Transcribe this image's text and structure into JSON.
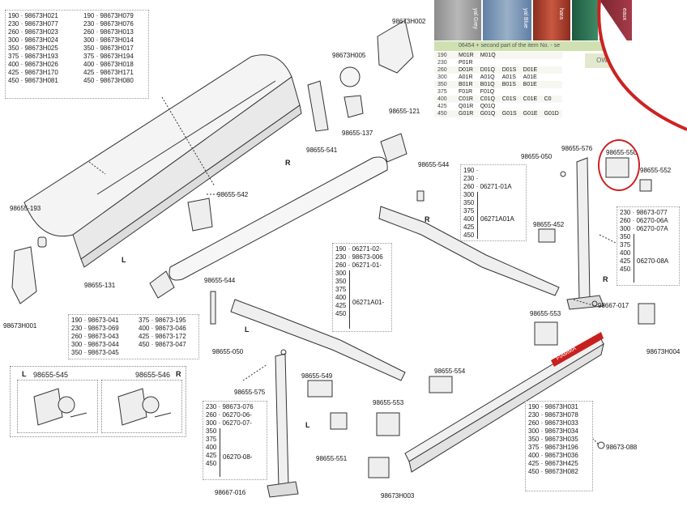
{
  "colors": {
    "accent_red": "#cc2222",
    "fiamma_red": "#c8201e",
    "outline": "#333333"
  },
  "left_sizes_1": [
    "190 · 98673H021",
    "230 · 98673H077",
    "260 · 98673H023",
    "300 · 98673H024",
    "350 · 98673H025",
    "375 · 98673H193",
    "400 · 98673H026",
    "425 · 98673H170",
    "450 · 98673H081"
  ],
  "left_sizes_2": [
    "190 · 98673H079",
    "230 · 98673H076",
    "260 · 98673H013",
    "300 · 98673H014",
    "350 · 98673H017",
    "375 · 98673H194",
    "400 · 98673H018",
    "425 · 98673H171",
    "450 · 98673H080"
  ],
  "parts": {
    "p_h002": "98673H002",
    "p_h005": "98673H005",
    "p_121": "98655-121",
    "p_137": "98655-137",
    "p_541": "98655-541",
    "p_544a": "98655-544",
    "p_576": "98655-576",
    "p_050a": "98655-050",
    "p_550": "98655-550",
    "p_552": "98655-552",
    "p_452": "98655-452",
    "p_193": "98655-193",
    "p_542": "98655-542",
    "p_h001": "98673H001",
    "p_131": "98655-131",
    "p_544b": "98655-544",
    "p_553a": "98655-553",
    "p_017": "98667-017",
    "p_h004": "98673H004",
    "p_050b": "98655-050",
    "p_575": "98655-575",
    "p_549": "98655-549",
    "p_554": "98655-554",
    "p_553b": "98655-553",
    "p_551": "98655-551",
    "p_016": "98667-016",
    "p_h003": "98673H003",
    "p_088": "98673-088",
    "p_545": "98655-545",
    "p_546": "98655-546"
  },
  "sides": {
    "r1": "R",
    "l1": "L",
    "r2": "R",
    "r3": "R",
    "l2": "L",
    "l3": "L",
    "l_box": "L",
    "r_box": "R"
  },
  "arm_box_right": {
    "rows": [
      "190 ·",
      "230 ·",
      "260 · 06271-01A",
      "300",
      "350",
      "375",
      "400",
      "425",
      "450"
    ],
    "group_code": "06271A01A"
  },
  "arm_box_mid": {
    "rows": [
      "190 · 06271-02-",
      "230 · 98673-006",
      "260 · 06271-01-",
      "300",
      "350",
      "375",
      "400",
      "425",
      "450"
    ],
    "group_code": "06271A01-"
  },
  "leg_box_right": {
    "rows": [
      "230 · 98673-077",
      "260 · 06270-06A",
      "300 · 06270-07A",
      "350",
      "375",
      "400",
      "425",
      "450"
    ],
    "group_code": "06270-08A"
  },
  "leg_box_left": {
    "rows": [
      "230 · 98673-076",
      "260 · 06270-06-",
      "300 · 06270-07-",
      "350",
      "375",
      "400",
      "425",
      "450"
    ],
    "group_code": "06270-08-"
  },
  "roller_box": {
    "col1": [
      "190 · 98673-041",
      "230 · 98673-069",
      "260 · 98673-043",
      "300 · 98673-044",
      "350 · 98673-045"
    ],
    "col2": [
      "375 · 98673-195",
      "400 · 98673-046",
      "425 · 98673-172",
      "450 · 98673-047"
    ]
  },
  "rail_box": [
    "190 · 98673H031",
    "230 · 98673H078",
    "260 · 98673H033",
    "300 · 98673H034",
    "350 · 98673H035",
    "375 · 98673H196",
    "400 · 98673H036",
    "425 · 98673H425",
    "450 · 98673H082"
  ],
  "color_chart": {
    "swatch_labels": [
      "yal Grey",
      "yal Blue",
      "hara",
      "eaux"
    ],
    "header": "06454 + second part of the item No. - se",
    "wow": "OW",
    "rows": [
      [
        "190",
        "M01R",
        "M01Q",
        "",
        ""
      ],
      [
        "230",
        "P01R",
        "",
        "",
        ""
      ],
      [
        "260",
        "D01R",
        "D01Q",
        "D01S",
        "D01E"
      ],
      [
        "300",
        "A01R",
        "A01Q",
        "A01S",
        "A01E"
      ],
      [
        "350",
        "B01R",
        "B01Q",
        "B01S",
        "B01E"
      ],
      [
        "375",
        "F01R",
        "F01Q",
        "",
        ""
      ],
      [
        "400",
        "C01R",
        "C01Q",
        "C01S",
        "C01E"
      ],
      [
        "425",
        "Q01R",
        "Q01Q",
        "",
        ""
      ],
      [
        "450",
        "G01R",
        "G01Q",
        "G01S",
        "G01E"
      ]
    ],
    "extra": [
      "",
      "",
      "",
      "",
      "",
      "",
      "C0",
      "",
      "G01D"
    ]
  },
  "brand_text": "FIAMMA"
}
